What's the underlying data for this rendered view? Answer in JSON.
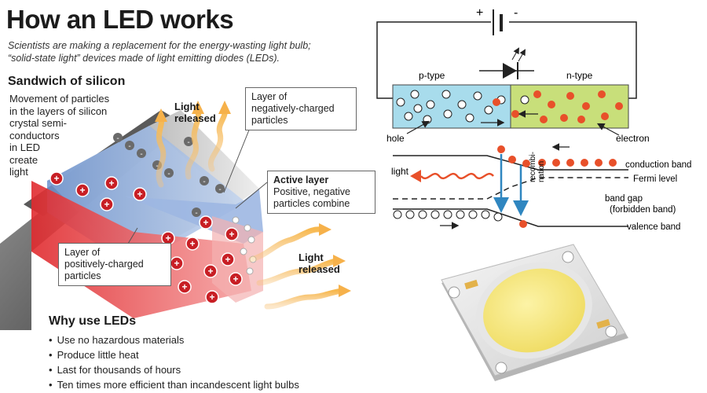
{
  "header": {
    "title": "How an LED works",
    "subtitle_line1": "Scientists are making a replacement for the energy-wasting light bulb;",
    "subtitle_line2": "“solid-state light” devices made of light emitting diodes (LEDs)."
  },
  "sandwich": {
    "heading": "Sandwich of silicon",
    "lines": [
      "Movement of particles",
      "in the layers of silicon",
      "crystal semi-",
      "conductors",
      "in LED",
      "create",
      "light"
    ]
  },
  "labels": {
    "light_released_1": [
      "Light",
      "released"
    ],
    "light_released_2": [
      "Light",
      "released"
    ],
    "neg_layer": [
      "Layer of",
      "negatively-charged",
      "particles"
    ],
    "active_layer_title": "Active layer",
    "active_layer_desc": [
      "Positive, negative",
      "particles combine"
    ],
    "pos_layer": [
      "Layer of",
      "positively-charged",
      "particles"
    ]
  },
  "why": {
    "heading": "Why use LEDs",
    "items": [
      "Use no hazardous materials",
      "Produce little heat",
      "Last for thousands of hours",
      "Ten times more efficient than incandescent light bulbs"
    ]
  },
  "circuit": {
    "plus": "+",
    "minus": "-",
    "p_type": "p-type",
    "n_type": "n-type",
    "hole": "hole",
    "electron": "electron"
  },
  "band": {
    "light": "light",
    "conduction": "conduction band",
    "fermi": "Fermi level",
    "band_gap": "band gap",
    "forbidden": "(forbidden band)",
    "valence": "valence band",
    "recomb1": "recombi-",
    "recomb2": "nation"
  },
  "colors": {
    "p_region": "#a8dcec",
    "n_region": "#c8df7a",
    "electron": "#e8502a",
    "arrow_blue": "#2f86c0",
    "light_wave": "#e8502a",
    "positive_layer": "#d9262b",
    "negative_layer": "#c8c8c8",
    "active_layer": "#7fa3d6",
    "light_arrows": "#f6c77e",
    "chip_phosphor": "#f7e97e"
  }
}
